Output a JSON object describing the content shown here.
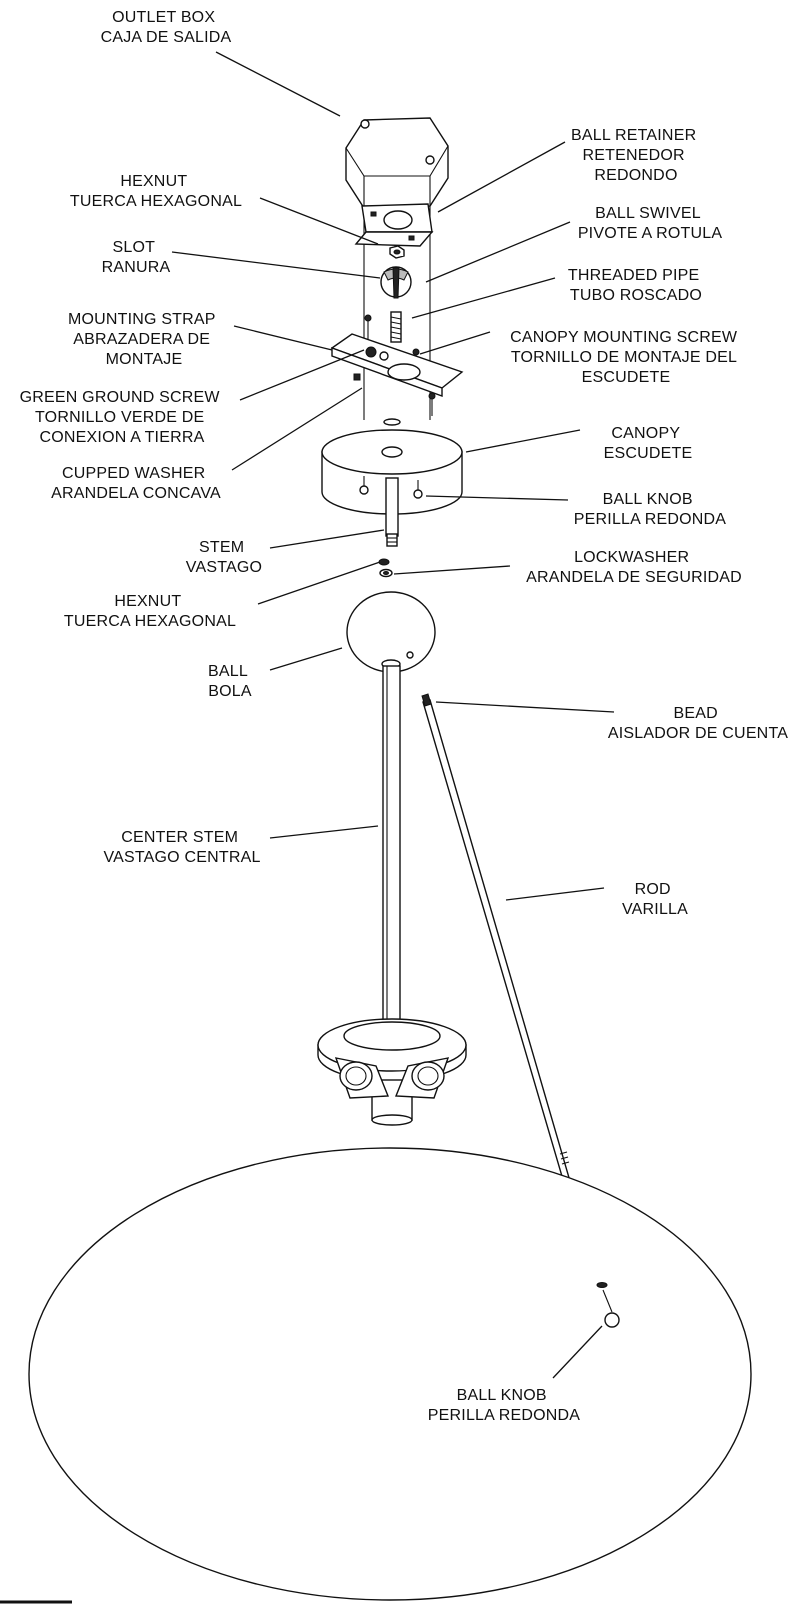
{
  "labels": {
    "outlet_box": [
      "OUTLET BOX",
      "CAJA DE SALIDA"
    ],
    "ball_retainer": [
      "BALL RETAINER",
      "RETENEDOR",
      "REDONDO"
    ],
    "hexnut_top": [
      "HEXNUT",
      "TUERCA HEXAGONAL"
    ],
    "ball_swivel": [
      "BALL SWIVEL",
      "PIVOTE A ROTULA"
    ],
    "slot": [
      "SLOT",
      "RANURA"
    ],
    "threaded_pipe": [
      "THREADED PIPE",
      "TUBO ROSCADO"
    ],
    "mounting_strap": [
      "MOUNTING STRAP",
      "ABRAZADERA DE",
      "MONTAJE"
    ],
    "canopy_screw": [
      "CANOPY MOUNTING SCREW",
      "TORNILLO DE MONTAJE DEL",
      "ESCUDETE"
    ],
    "ground_screw": [
      "GREEN GROUND SCREW",
      "TORNILLO VERDE DE",
      "CONEXION A TIERRA"
    ],
    "canopy": [
      "CANOPY",
      "ESCUDETE"
    ],
    "cupped_washer": [
      "CUPPED WASHER",
      "ARANDELA CONCAVA"
    ],
    "ball_knob_top": [
      "BALL KNOB",
      "PERILLA REDONDA"
    ],
    "stem": [
      "STEM",
      "VASTAGO"
    ],
    "lockwasher": [
      "LOCKWASHER",
      "ARANDELA DE SEGURIDAD"
    ],
    "hexnut_mid": [
      "HEXNUT",
      "TUERCA HEXAGONAL"
    ],
    "ball": [
      "BALL",
      "BOLA"
    ],
    "bead": [
      "BEAD",
      "AISLADOR DE CUENTA"
    ],
    "center_stem": [
      "CENTER STEM",
      "VASTAGO CENTRAL"
    ],
    "rod": [
      "ROD",
      "VARILLA"
    ],
    "ball_knob_bottom": [
      "BALL KNOB",
      "PERILLA REDONDA"
    ]
  }
}
